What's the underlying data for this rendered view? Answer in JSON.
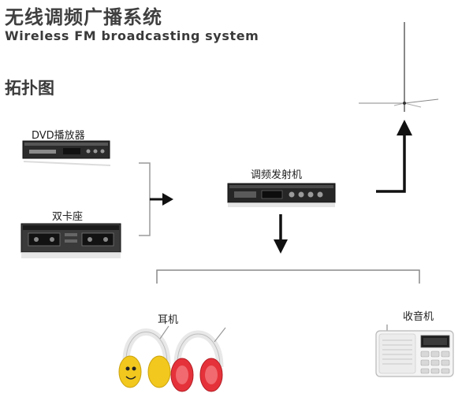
{
  "header": {
    "title_cn": "无线调频广播系统",
    "title_en": "Wireless FM broadcasting system",
    "section": "拓扑图"
  },
  "devices": {
    "dvd_player": {
      "label": "DVD播放器",
      "icon": "dvd-player-icon"
    },
    "dual_cassette": {
      "label": "双卡座",
      "icon": "cassette-deck-icon"
    },
    "fm_transmitter": {
      "label": "调频发射机",
      "icon": "fm-transmitter-icon"
    },
    "headphones": {
      "label": "耳机",
      "icon": "headphones-icon"
    },
    "radio": {
      "label": "收音机",
      "icon": "radio-receiver-icon"
    },
    "antenna": {
      "icon": "antenna-icon"
    }
  },
  "colors": {
    "title": "#404040",
    "arrow": "#111111",
    "bracket": "#9a9a9a",
    "headphone_yellow": "#f2c81e",
    "headphone_red": "#e5323a"
  }
}
